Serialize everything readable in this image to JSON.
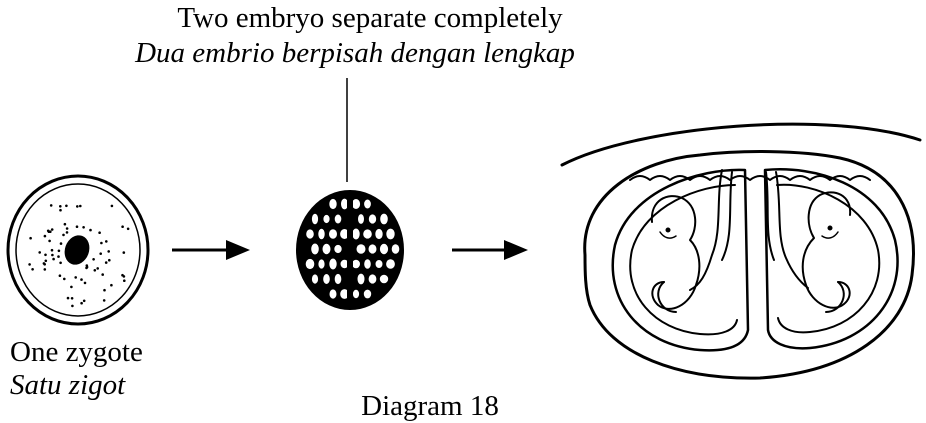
{
  "labels": {
    "embryo_separate_en": "Two embryo separate completely",
    "embryo_separate_my": "Dua embrio berpisah dengan lengkap",
    "zygote_en": "One zygote",
    "zygote_my": "Satu zigot",
    "caption": "Diagram 18"
  },
  "stages": [
    "zygote",
    "early embryo dividing",
    "twin fetuses in womb"
  ],
  "colors": {
    "ink": "#000000",
    "background": "#ffffff"
  }
}
